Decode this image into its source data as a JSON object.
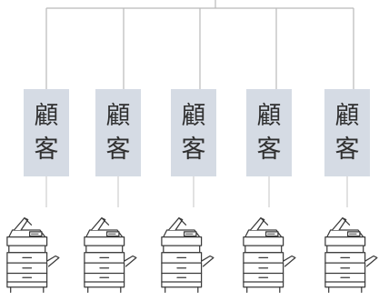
{
  "nodes": [
    {
      "label_line1": "顧",
      "label_line2": "客"
    },
    {
      "label_line1": "顧",
      "label_line2": "客"
    },
    {
      "label_line1": "顧",
      "label_line2": "客"
    },
    {
      "label_line1": "顧",
      "label_line2": "客"
    },
    {
      "label_line1": "顧",
      "label_line2": "客"
    }
  ],
  "colors": {
    "line": "#b9b9b9",
    "box": "#d5dbe4",
    "text": "#2f2f2f",
    "printer_stroke": "#3a3a3a"
  },
  "icons": [
    "printer-icon"
  ]
}
